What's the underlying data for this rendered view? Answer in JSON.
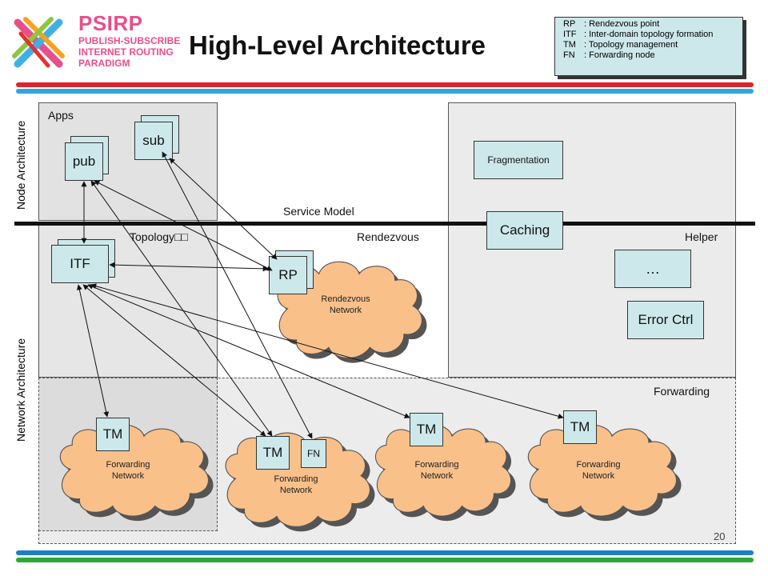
{
  "logo": {
    "brand": "PSIRP",
    "line1": "PUBLISH-SUBSCRIBE",
    "line2": "INTERNET ROUTING",
    "line3": "PARADIGM"
  },
  "title": "High-Level Architecture",
  "legend": [
    {
      "abbr": "RP",
      "desc": ": Rendezvous point"
    },
    {
      "abbr": "ITF",
      "desc": ": Inter-domain topology formation"
    },
    {
      "abbr": "TM",
      "desc": ": Topology management"
    },
    {
      "abbr": "FN",
      "desc": ": Forwarding node"
    }
  ],
  "side_labels": {
    "node": "Node Architecture",
    "network": "Network Architecture"
  },
  "sections": {
    "apps": "Apps",
    "service_model": "Service Model",
    "topology": "Topology□□",
    "rendezvous": "Rendezvous",
    "helper": "Helper",
    "forwarding": "Forwarding"
  },
  "nodes": {
    "pub": "pub",
    "sub": "sub",
    "itf": "ITF",
    "rp": "RP",
    "fragmentation": "Fragmentation",
    "caching": "Caching",
    "ellipsis": "…",
    "error_ctrl": "Error Ctrl",
    "tm": "TM",
    "fn": "FN"
  },
  "clouds": {
    "rendezvous_line1": "Rendezvous",
    "rendezvous_line2": "Network",
    "forwarding_line1": "Forwarding",
    "forwarding_line2": "Network"
  },
  "page_number": "20",
  "colors": {
    "box_fill": "#cde8ea",
    "cloud_fill": "#f9c08a",
    "panel_fill": "#e8e8e8",
    "bar_red": "#d9252b",
    "bar_blue": "#1d7fc3",
    "bar_green": "#2ca839",
    "bar_cyan": "#2fa6dc"
  }
}
